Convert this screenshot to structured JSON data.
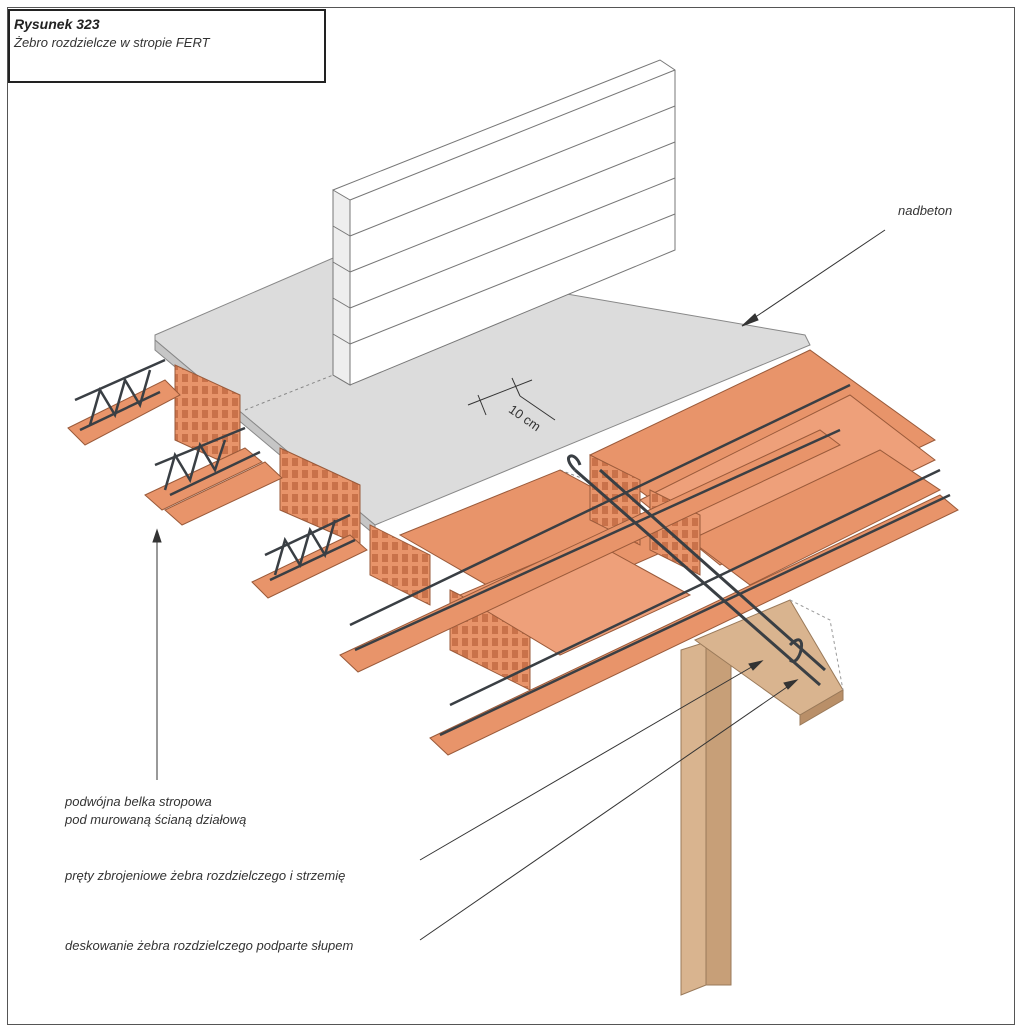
{
  "caption": {
    "number": "Rysunek 323",
    "title": "Żebro rozdzielcze w stropie FERT"
  },
  "labels": {
    "nadbeton": "nadbeton",
    "double_beam_line1": "podwójna belka stropowa",
    "double_beam_line2": "pod murowaną ścianą działową",
    "rebars": "pręty zbrojeniowe żebra rozdzielczego i strzemię",
    "formwork": "deskowanie żebra rozdzielczego podparte słupem"
  },
  "dimension": "10 cm",
  "colors": {
    "brick_clay": "#e8946a",
    "brick_clay_dark": "#c9724a",
    "concrete": "#dcdcdc",
    "timber": "#d9b48f",
    "steel": "#3a3f44",
    "wall_brick": "#ffffff"
  }
}
